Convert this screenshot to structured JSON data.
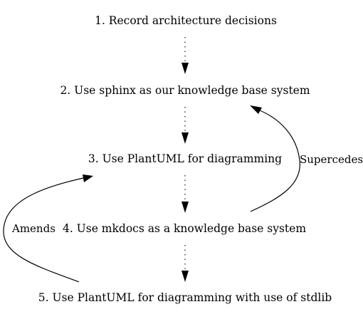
{
  "nodes": [
    {
      "id": "n1",
      "label": "1. Record architecture decisions"
    },
    {
      "id": "n2",
      "label": "2. Use sphinx as our knowledge base system"
    },
    {
      "id": "n3",
      "label": "3. Use PlantUML for diagramming"
    },
    {
      "id": "n4",
      "label": "4. Use mkdocs as a knowledge base system"
    },
    {
      "id": "n5",
      "label": "5. Use PlantUML for diagramming with use of stdlib"
    }
  ],
  "edges": [
    {
      "from": "n1",
      "to": "n2",
      "style": "dotted",
      "label": ""
    },
    {
      "from": "n2",
      "to": "n3",
      "style": "dotted",
      "label": ""
    },
    {
      "from": "n3",
      "to": "n4",
      "style": "dotted",
      "label": ""
    },
    {
      "from": "n4",
      "to": "n5",
      "style": "dotted",
      "label": ""
    },
    {
      "from": "n4",
      "to": "n2",
      "style": "solid",
      "label": "Supercedes"
    },
    {
      "from": "n5",
      "to": "n3",
      "style": "solid",
      "label": "Amends"
    }
  ],
  "colors": {
    "stroke": "#000000",
    "text": "#000000",
    "background": "#ffffff"
  }
}
